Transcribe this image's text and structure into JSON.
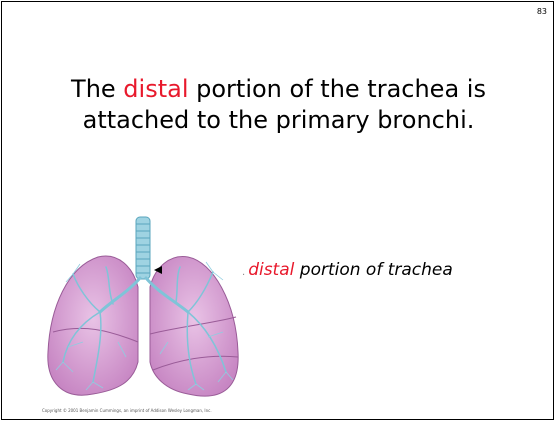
{
  "slide": {
    "page_number": "83",
    "headline_part1": "The ",
    "headline_accent": "distal",
    "headline_part2": " portion of the trachea is attached to the primary bronchi.",
    "caption_accent": "distal",
    "caption_rest": " portion of trachea",
    "copyright": "Copyright © 2001 Benjamin Cummings, an imprint of Addison Wesley Longman, Inc."
  },
  "colors": {
    "accent": "#e8192c",
    "lung_fill": "#d6a0d2",
    "airway": "#7fc4d8"
  },
  "illustration": {
    "icon": "lungs-illustration",
    "pointer": "arrow-pointer-icon"
  }
}
